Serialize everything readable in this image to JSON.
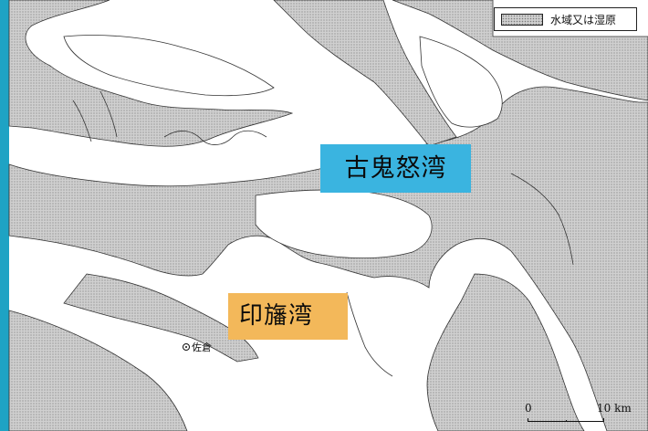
{
  "map": {
    "colors": {
      "frame": "#1ea3c4",
      "land": "#ffffff",
      "water": "#cfcfcf",
      "coast": "#333333"
    }
  },
  "legend": {
    "label": "水域又は湿原"
  },
  "labels": {
    "kitaura": "古鬼怒湾",
    "inba": "印旛湾"
  },
  "town": {
    "name": "佐倉"
  },
  "scale": {
    "zero": "0",
    "length": "10 km"
  }
}
